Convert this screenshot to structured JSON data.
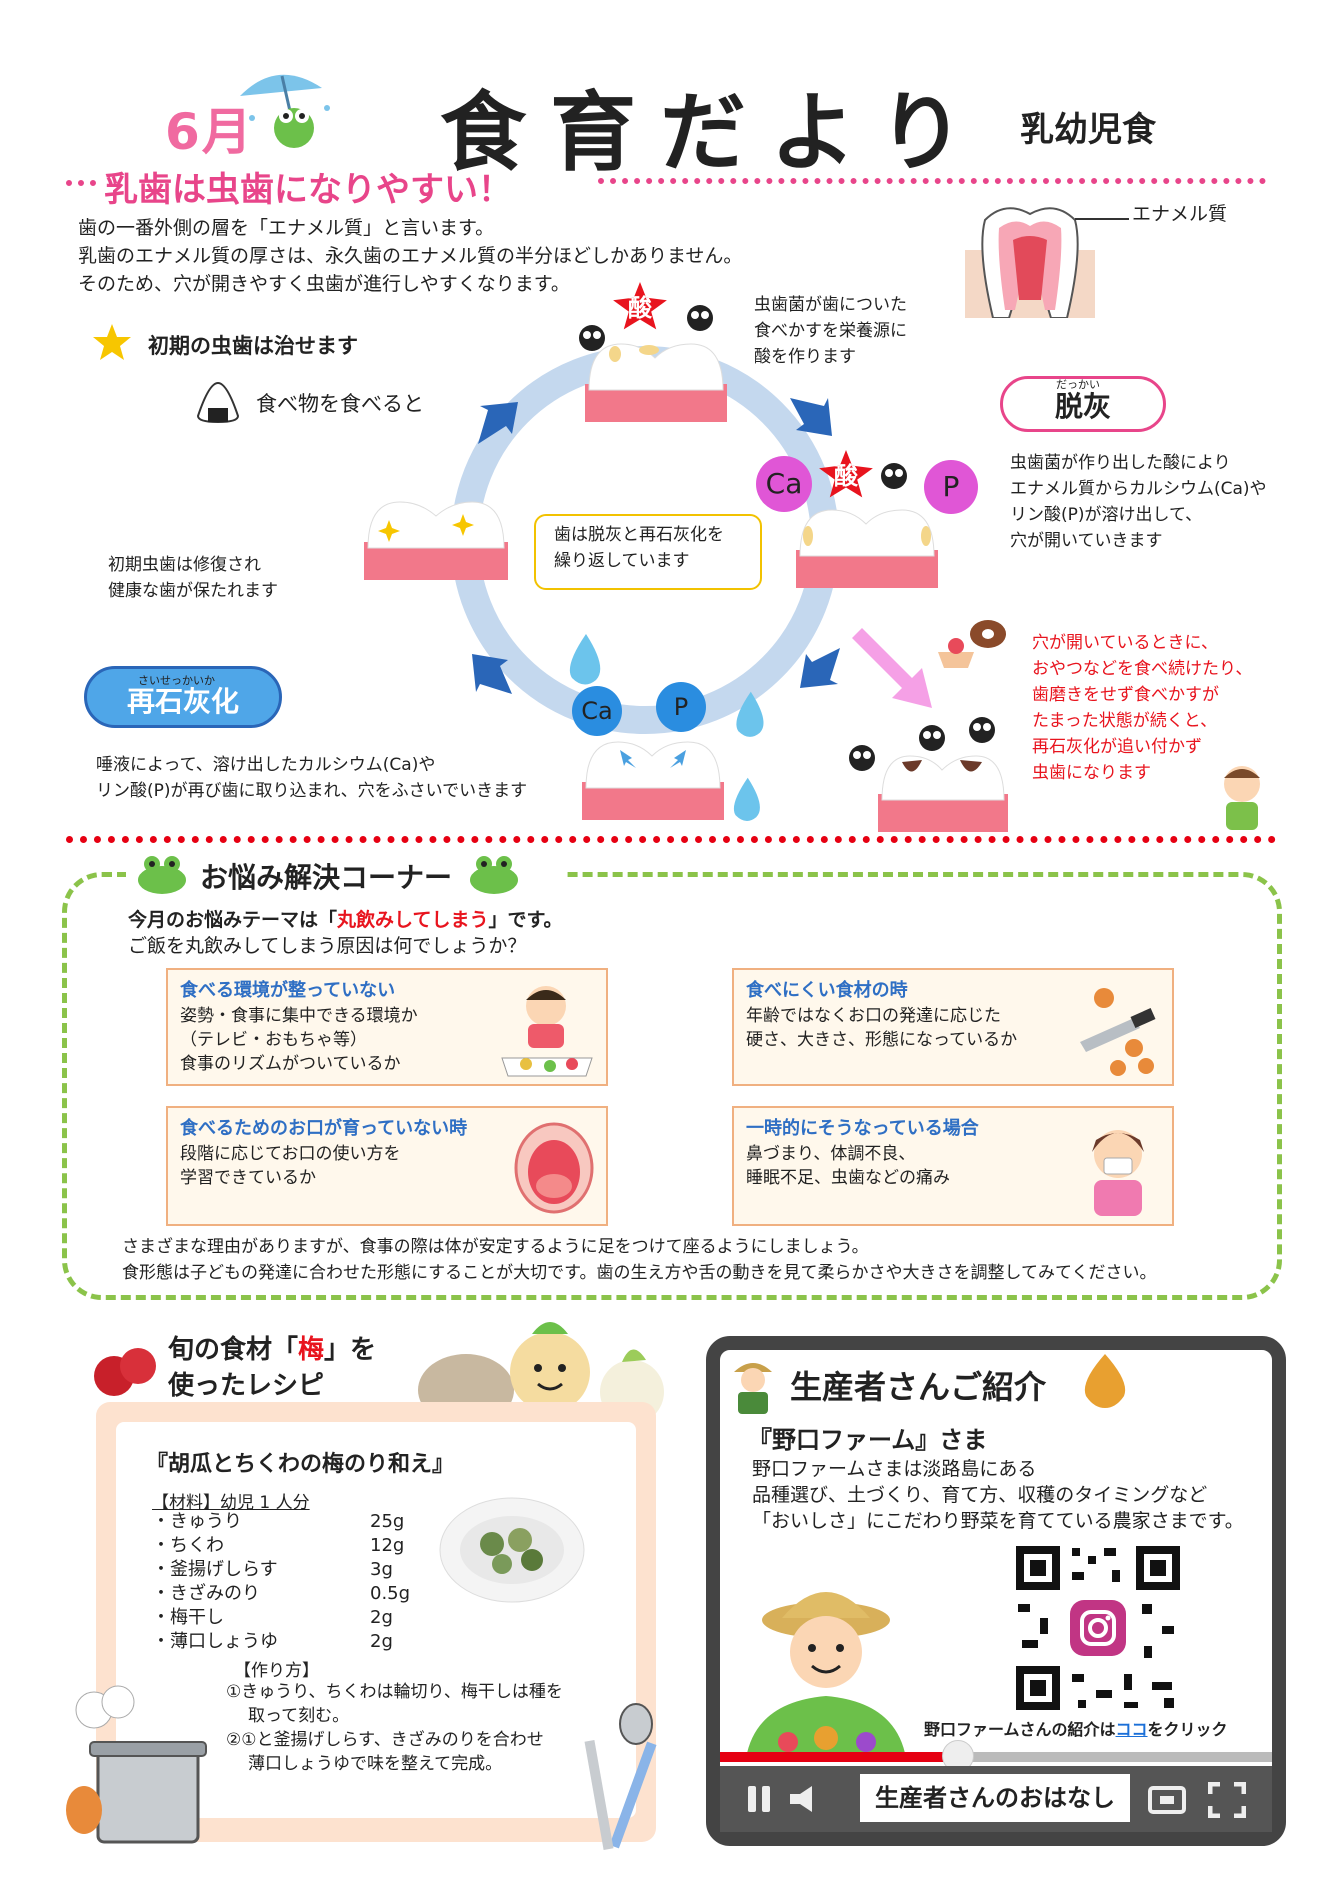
{
  "header": {
    "month": "6月",
    "title": "食育だより",
    "subtitle": "乳幼児食"
  },
  "section1": {
    "heading": "乳歯は虫歯になりやすい！",
    "intro": [
      "歯の一番外側の層を「エナメル質」と言います。",
      "乳歯のエナメル質の厚さは、永久歯のエナメル質の半分ほどしかありません。",
      "そのため、穴が開きやすく虫歯が進行しやすくなります。"
    ],
    "enamel_label": "エナメル質",
    "early_title": "初期の虫歯は治せます",
    "eating": "食べ物を食べると",
    "bacteria_note": [
      "虫歯菌が歯についた",
      "食べかすを栄養源に",
      "酸を作ります"
    ],
    "acid": "酸",
    "ca": "Ca",
    "p": "P",
    "demin_ruby": "だっかい",
    "demin": "脱灰",
    "demin_note": [
      "虫歯菌が作り出した酸により",
      "エナメル質からカルシウム(Ca)や",
      "リン酸(P)が溶け出して、",
      "穴が開いていきます"
    ],
    "center_note": [
      "歯は脱灰と再石灰化を",
      "繰り返しています"
    ],
    "repair_note": [
      "初期虫歯は修復され",
      "健康な歯が保たれます"
    ],
    "remin_ruby": "さいせっかいか",
    "remin": "再石灰化",
    "remin_note": [
      "唾液によって、溶け出したカルシウム(Ca)や",
      "リン酸(P)が再び歯に取り込まれ、穴をふさいでいきます"
    ],
    "cavity_note": [
      "穴が開いているときに、",
      "おやつなどを食べ続けたり、",
      "歯磨きをせず食べかすが",
      "たまった状態が続くと、",
      "再石灰化が追い付かず",
      "虫歯になります"
    ]
  },
  "section2": {
    "heading": "お悩み解決コーナー",
    "theme_prefix": "今月のお悩みテーマは「",
    "theme_word": "丸飲みしてしまう",
    "theme_suffix": "」です。",
    "question": "ご飯を丸飲みしてしまう原因は何でしょうか？",
    "cards": [
      {
        "title": "食べる環境が整っていない",
        "lines": [
          "姿勢・食事に集中できる環境か",
          "（テレビ・おもちゃ等）",
          "食事のリズムがついているか"
        ]
      },
      {
        "title": "食べにくい食材の時",
        "lines": [
          "年齢ではなくお口の発達に応じた",
          "硬さ、大きさ、形態になっているか"
        ]
      },
      {
        "title": "食べるためのお口が育っていない時",
        "lines": [
          "段階に応じてお口の使い方を",
          "学習できているか"
        ]
      },
      {
        "title": "一時的にそうなっている場合",
        "lines": [
          "鼻づまり、体調不良、",
          "睡眠不足、虫歯などの痛み"
        ]
      }
    ],
    "footer": [
      "さまざまな理由がありますが、食事の際は体が安定するように足をつけて座るようにしましょう。",
      "食形態は子どもの発達に合わせた形態にすることが大切です。歯の生え方や舌の動きを見て柔らかさや大きさを調整してみてください。"
    ]
  },
  "recipe": {
    "heading_line1_a": "旬の食材「",
    "heading_line1_b": "梅",
    "heading_line1_c": "」を",
    "heading_line2": "使ったレシピ",
    "name": "『胡瓜とちくわの梅のり和え』",
    "materials_label": "【材料】幼児 1 人分",
    "ingredients": [
      {
        "name": "・きゅうり",
        "amount": "25g"
      },
      {
        "name": "・ちくわ",
        "amount": "12g"
      },
      {
        "name": "・釜揚げしらす",
        "amount": "3g"
      },
      {
        "name": "・きざみのり",
        "amount": "0.5g"
      },
      {
        "name": "・梅干し",
        "amount": "2g"
      },
      {
        "name": "・薄口しょうゆ",
        "amount": "2g"
      }
    ],
    "steps_label": "【作り方】",
    "steps": [
      "①きゅうり、ちくわは輪切り、梅干しは種を",
      "取って刻む。",
      "②①と釜揚げしらす、きざみのりを合わせ",
      "薄口しょうゆで味を整えて完成。"
    ]
  },
  "producer": {
    "heading": "生産者さんご紹介",
    "farm": "『野口ファーム』さま",
    "lines": [
      "野口ファームさまは淡路島にある",
      "品種選び、土づくり、育て方、収穫のタイミングなど",
      "「おいしさ」にこだわり野菜を育てている農家さまです。"
    ],
    "link_prefix": "野口ファームさんの紹介は",
    "link_word": "ココ",
    "link_suffix": "をクリック",
    "video_title": "生産者さんのおはなし"
  },
  "colors": {
    "pink": "#e8458a",
    "red_dot": "#e60012",
    "green_dash": "#8bc34a",
    "blue_text": "#2f6fc4"
  }
}
